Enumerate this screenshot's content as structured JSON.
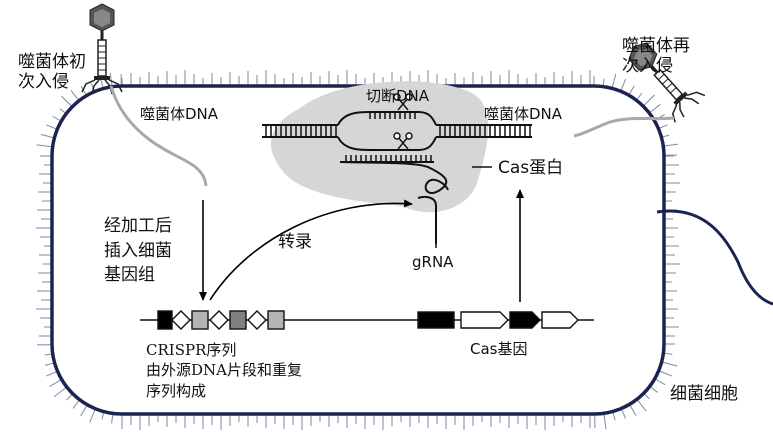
{
  "labels": {
    "phage_first_invasion": [
      "噬菌体初",
      "次入侵"
    ],
    "phage_reinvasion": [
      "噬菌体再",
      "次入侵"
    ],
    "phage_dna_left": "噬菌体DNA",
    "phage_dna_right": "噬菌体DNA",
    "cut_dna": "切断DNA",
    "cas_protein": "Cas蛋白",
    "processed_insert": [
      "经加工后",
      "插入细菌",
      "基因组"
    ],
    "transcription": "转录",
    "grna": "gRNA",
    "crispr_sequence": [
      "CRISPR序列",
      "由外源DNA片段和重复",
      "序列构成"
    ],
    "cas_gene": "Cas基因",
    "bacterial_cell": "细菌细胞"
  },
  "colors": {
    "membrane": "#1b2450",
    "complex": "#d6d6d6",
    "phage_dna": "#a9a9a9",
    "black_block": "#000000",
    "grey_light": "#b5b5b5",
    "grey_dark": "#7f7f7f",
    "pili": "#7e8aa8"
  },
  "icons": [
    "scissors-icon",
    "phage-icon"
  ]
}
